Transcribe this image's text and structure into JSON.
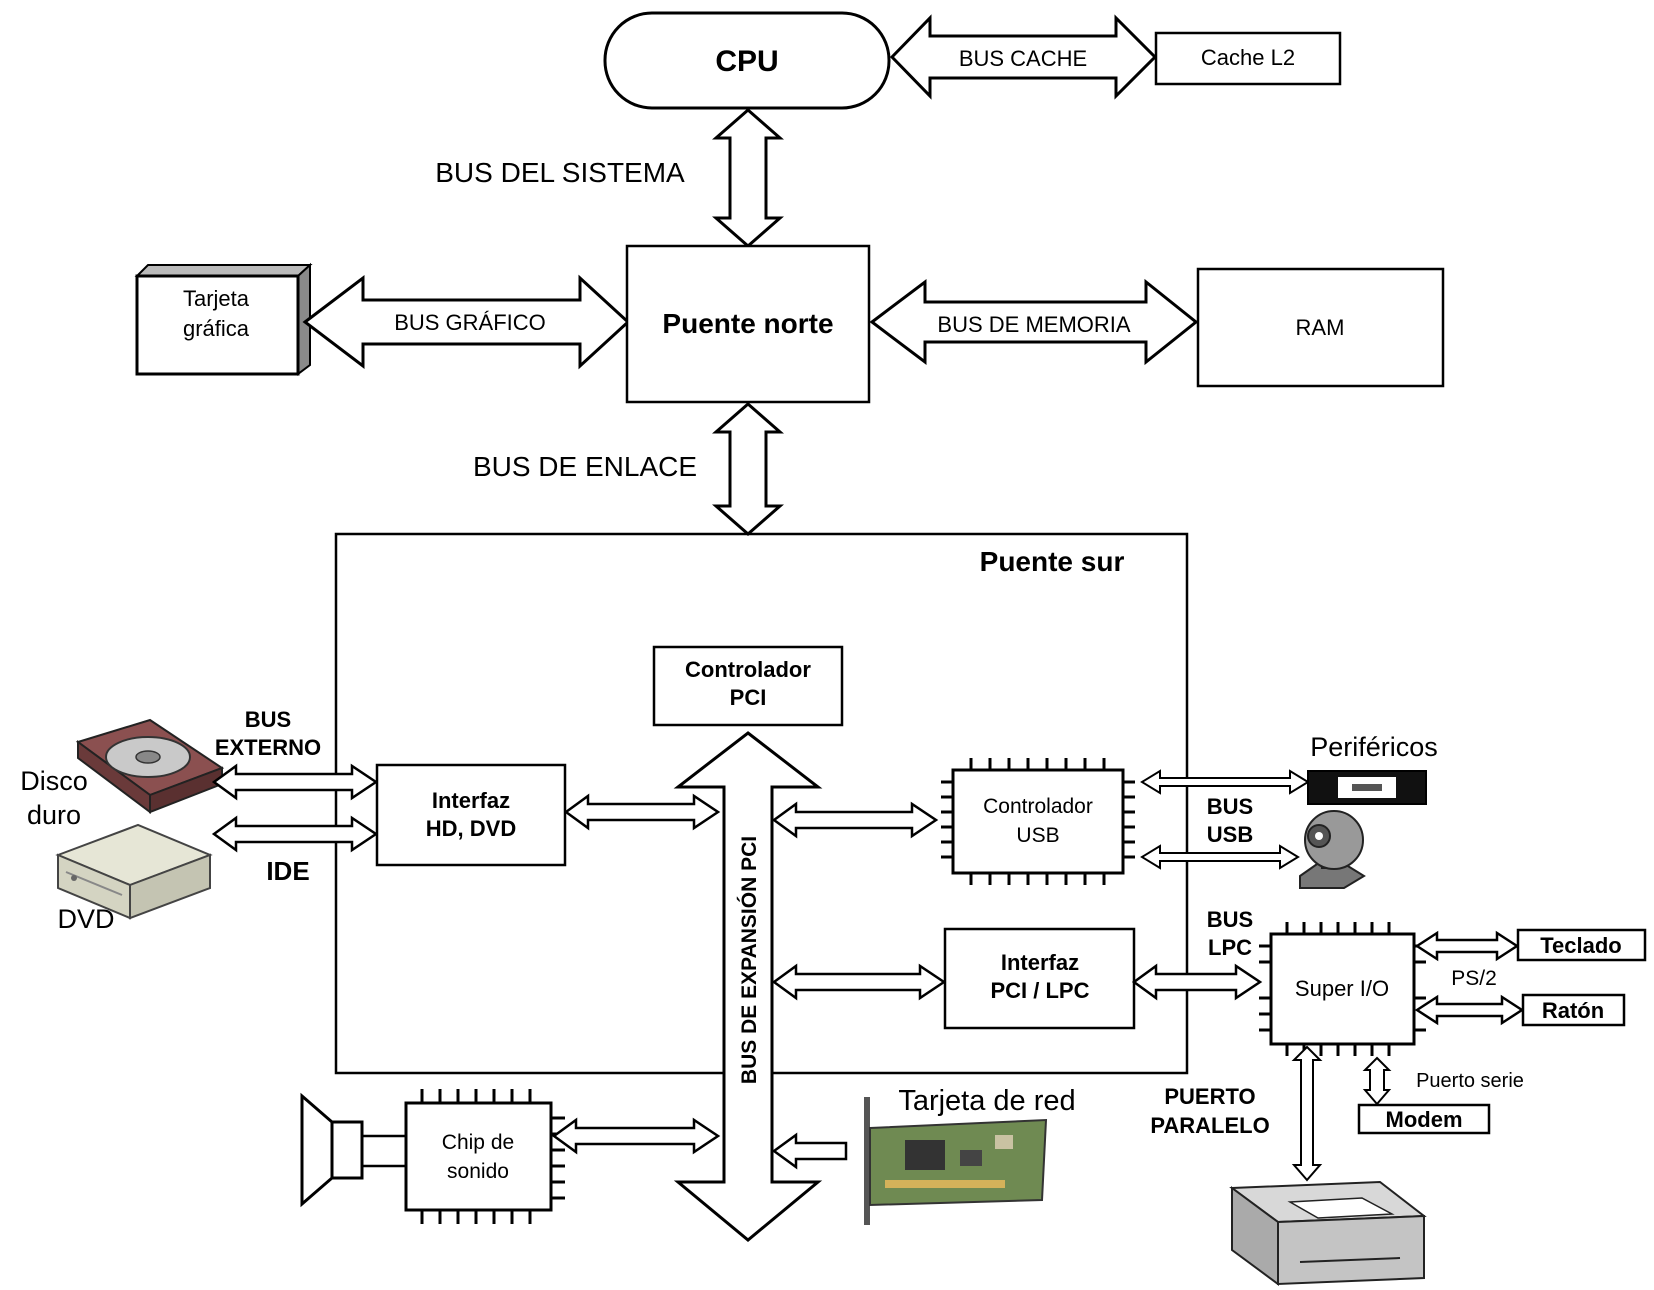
{
  "colors": {
    "stroke": "#000000",
    "fill": "#ffffff",
    "shadow": "#8a8a8a",
    "device_gray": "#9a9a9a"
  },
  "labels": {
    "cpu": "CPU",
    "bus_cache": "BUS CACHE",
    "cache_l2": "Cache L2",
    "bus_sistema": "BUS DEL SISTEMA",
    "tarjeta_grafica_1": "Tarjeta",
    "tarjeta_grafica_2": "gráfica",
    "bus_grafico": "BUS GRÁFICO",
    "puente_norte": "Puente norte",
    "bus_memoria": "BUS DE MEMORIA",
    "ram": "RAM",
    "bus_enlace": "BUS DE ENLACE",
    "puente_sur": "Puente sur",
    "controlador_pci_1": "Controlador",
    "controlador_pci_2": "PCI",
    "bus_externo_1": "BUS",
    "bus_externo_2": "EXTERNO",
    "disco_1": "Disco",
    "disco_2": "duro",
    "ide": "IDE",
    "dvd": "DVD",
    "interfaz_hd_1": "Interfaz",
    "interfaz_hd_2": "HD, DVD",
    "bus_expansion_pci": "BUS DE EXPANSIÓN PCI",
    "controlador_usb_1": "Controlador",
    "controlador_usb_2": "USB",
    "perifericos": "Periféricos",
    "bus_usb_1": "BUS",
    "bus_usb_2": "USB",
    "interfaz_lpc_1": "Interfaz",
    "interfaz_lpc_2": "PCI / LPC",
    "bus_lpc_1": "BUS",
    "bus_lpc_2": "LPC",
    "super_io": "Super I/O",
    "teclado": "Teclado",
    "ps2": "PS/2",
    "raton": "Ratón",
    "puerto_serie": "Puerto serie",
    "modem": "Modem",
    "puerto_paralelo_1": "PUERTO",
    "puerto_paralelo_2": "PARALELO",
    "chip_sonido_1": "Chip de",
    "chip_sonido_2": "sonido",
    "tarjeta_red": "Tarjeta de red"
  }
}
